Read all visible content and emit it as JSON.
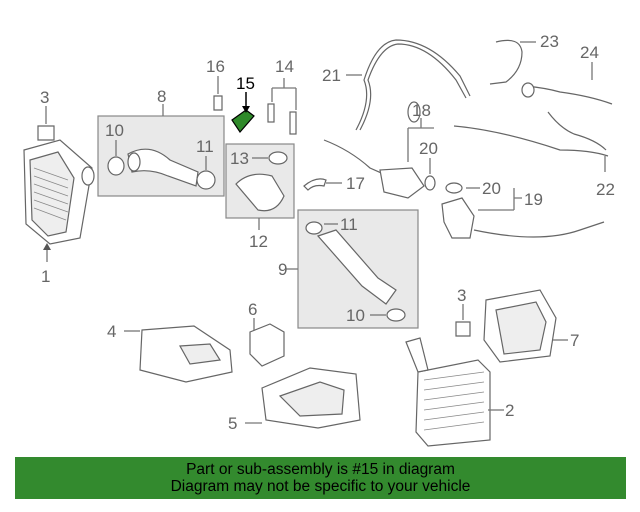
{
  "callouts": {
    "c1": "1",
    "c2": "2",
    "c3a": "3",
    "c3b": "3",
    "c4": "4",
    "c5": "5",
    "c6": "6",
    "c7": "7",
    "c8": "8",
    "c9": "9",
    "c10a": "10",
    "c10b": "10",
    "c11a": "11",
    "c11b": "11",
    "c12": "12",
    "c13": "13",
    "c14": "14",
    "c15": "15",
    "c16": "16",
    "c17": "17",
    "c18": "18",
    "c19": "19",
    "c20a": "20",
    "c20b": "20",
    "c21": "21",
    "c22": "22",
    "c23": "23",
    "c24": "24"
  },
  "highlight": {
    "part": "15",
    "color": "#2f8a2a"
  },
  "colors": {
    "banner": "#338a2e"
  },
  "footer": {
    "line1": "Part or sub-assembly is #15 in diagram",
    "line2": "Diagram may not be specific to your vehicle"
  }
}
